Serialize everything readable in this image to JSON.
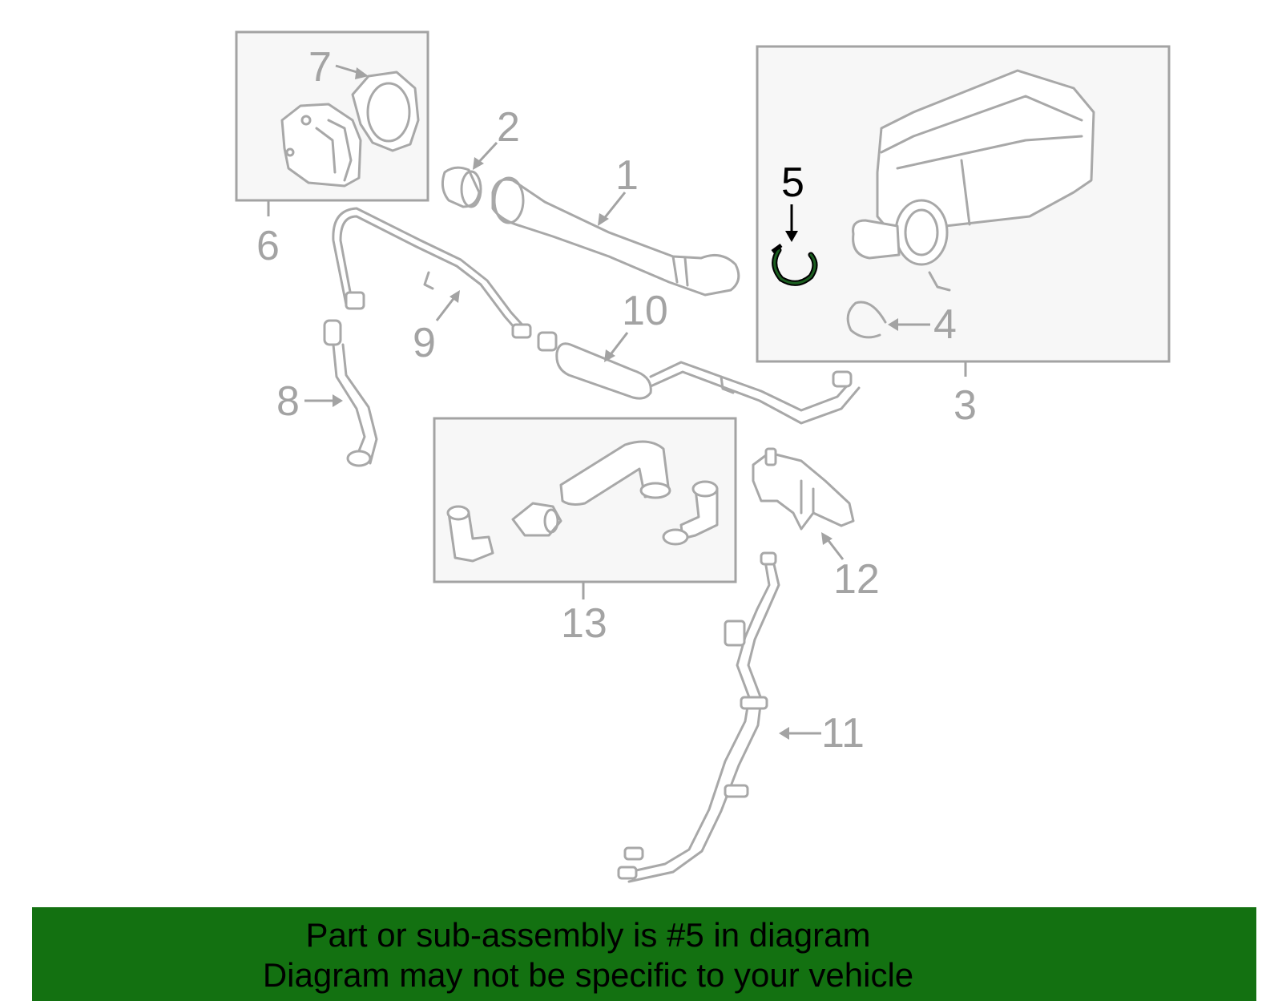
{
  "diagram": {
    "callouts": {
      "c1": "1",
      "c2": "2",
      "c3": "3",
      "c4": "4",
      "c5": "5",
      "c6": "6",
      "c7": "7",
      "c8": "8",
      "c9": "9",
      "c10": "10",
      "c11": "11",
      "c12": "12",
      "c13": "13"
    },
    "highlighted_part": "5",
    "colors": {
      "line_art": "#a8a8a8",
      "box_fill": "#f7f7f7",
      "highlight_part": "#1b5e20",
      "banner_bg": "#137111",
      "banner_text": "#000000"
    }
  },
  "footer": {
    "line1": "Part or sub-assembly is #5 in diagram",
    "line2": "Diagram may not be specific to your vehicle"
  }
}
